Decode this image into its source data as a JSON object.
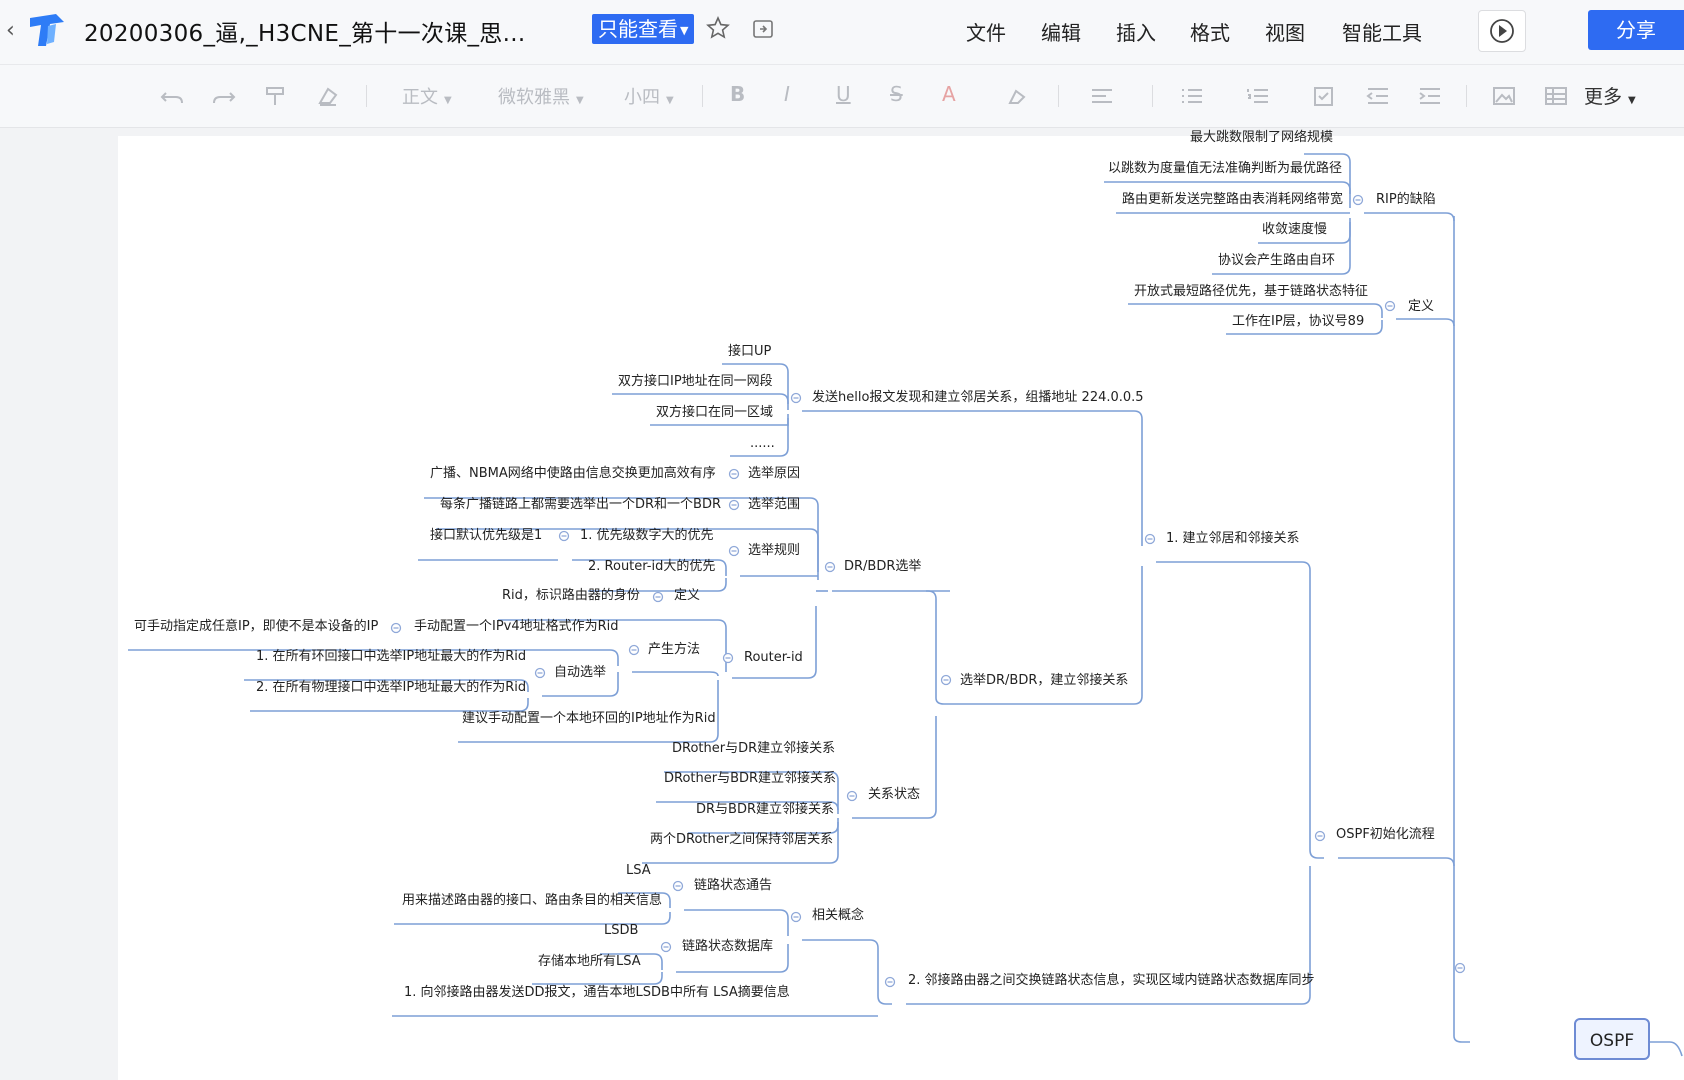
{
  "header": {
    "title": "20200306_逼,_H3CNE_第十一次课_思...",
    "mode": "只能查看",
    "menus": [
      "文件",
      "编辑",
      "插入",
      "格式",
      "视图",
      "智能工具"
    ],
    "share": "分享"
  },
  "toolbar": {
    "style": "正文",
    "font": "微软雅黑",
    "size": "小四",
    "bold": "B",
    "italic": "I",
    "underline": "U",
    "strike": "S",
    "color": "A",
    "more": "更多"
  },
  "mindmap": {
    "root": "OSPF",
    "nodes": {
      "rip_defects": "RIP的缺陷",
      "rip_1": "最大跳数限制了网络规模",
      "rip_2": "以跳数为度量值无法准确判断为最优路径",
      "rip_3": "路由更新发送完整路由表消耗网络带宽",
      "rip_4": "收敛速度慢",
      "rip_5": "协议会产生路由自环",
      "def": "定义",
      "def_1": "开放式最短路径优先，基于链路状态特征",
      "def_2": "工作在IP层，协议号89",
      "hello": "发送hello报文发现和建立邻居关系，组播地址 224.0.0.5",
      "hello_1": "接口UP",
      "hello_2": "双方接口IP地址在同一网段",
      "hello_3": "双方接口在同一区域",
      "hello_4": "......",
      "elect_reason": "选举原因",
      "elect_reason_1": "广播、NBMA网络中使路由信息交换更加高效有序",
      "elect_scope": "选举范围",
      "elect_scope_1": "每条广播链路上都需要选举出一个DR和一个BDR",
      "elect_rule": "选举规则",
      "rule_1": "1. 优先级数字大的优先",
      "rule_1_a": "接口默认优先级是1",
      "rule_2": "2. Router-id大的优先",
      "drbdr": "DR/BDR选举",
      "rid_def": "定义",
      "rid_def_1": "Rid，标识路由器的身份",
      "rid_gen": "产生方法",
      "rid_manual": "手动配置一个IPv4地址格式作为Rid",
      "rid_manual_1": "可手动指定成任意IP，即使不是本设备的IP",
      "rid_auto": "自动选举",
      "rid_auto_1": "1. 在所有环回接口中选举IP地址最大的作为Rid",
      "rid_auto_2": "2. 在所有物理接口中选举IP地址最大的作为Rid",
      "rid_suggest": "建议手动配置一个本地环回的IP地址作为Rid",
      "rid": "Router-id",
      "elect_adj": "选举DR/BDR，建立邻接关系",
      "rel": "关系状态",
      "rel_1": "DRother与DR建立邻接关系",
      "rel_2": "DRother与BDR建立邻接关系",
      "rel_3": "DR与BDR建立邻接关系",
      "rel_4": "两个DRother之间保持邻居关系",
      "step1": "1. 建立邻居和邻接关系",
      "init": "OSPF初始化流程",
      "lsa": "LSA",
      "lsa_ad": "链路状态通告",
      "lsa_desc": "用来描述路由器的接口、路由条目的相关信息",
      "lsdb": "LSDB",
      "lsdb_db": "链路状态数据库",
      "lsdb_desc": "存储本地所有LSA",
      "concepts": "相关概念",
      "step2": "2. 邻接路由器之间交换链路状态信息，实现区域内链路状态数据库同步",
      "dd_1": "1. 向邻接路由器发送DD报文，通告本地LSDB中所有 LSA摘要信息"
    }
  },
  "colors": {
    "accent": "#2e6bf2",
    "branch": "#7d9fd6",
    "collapse": "#8fa8d8"
  }
}
